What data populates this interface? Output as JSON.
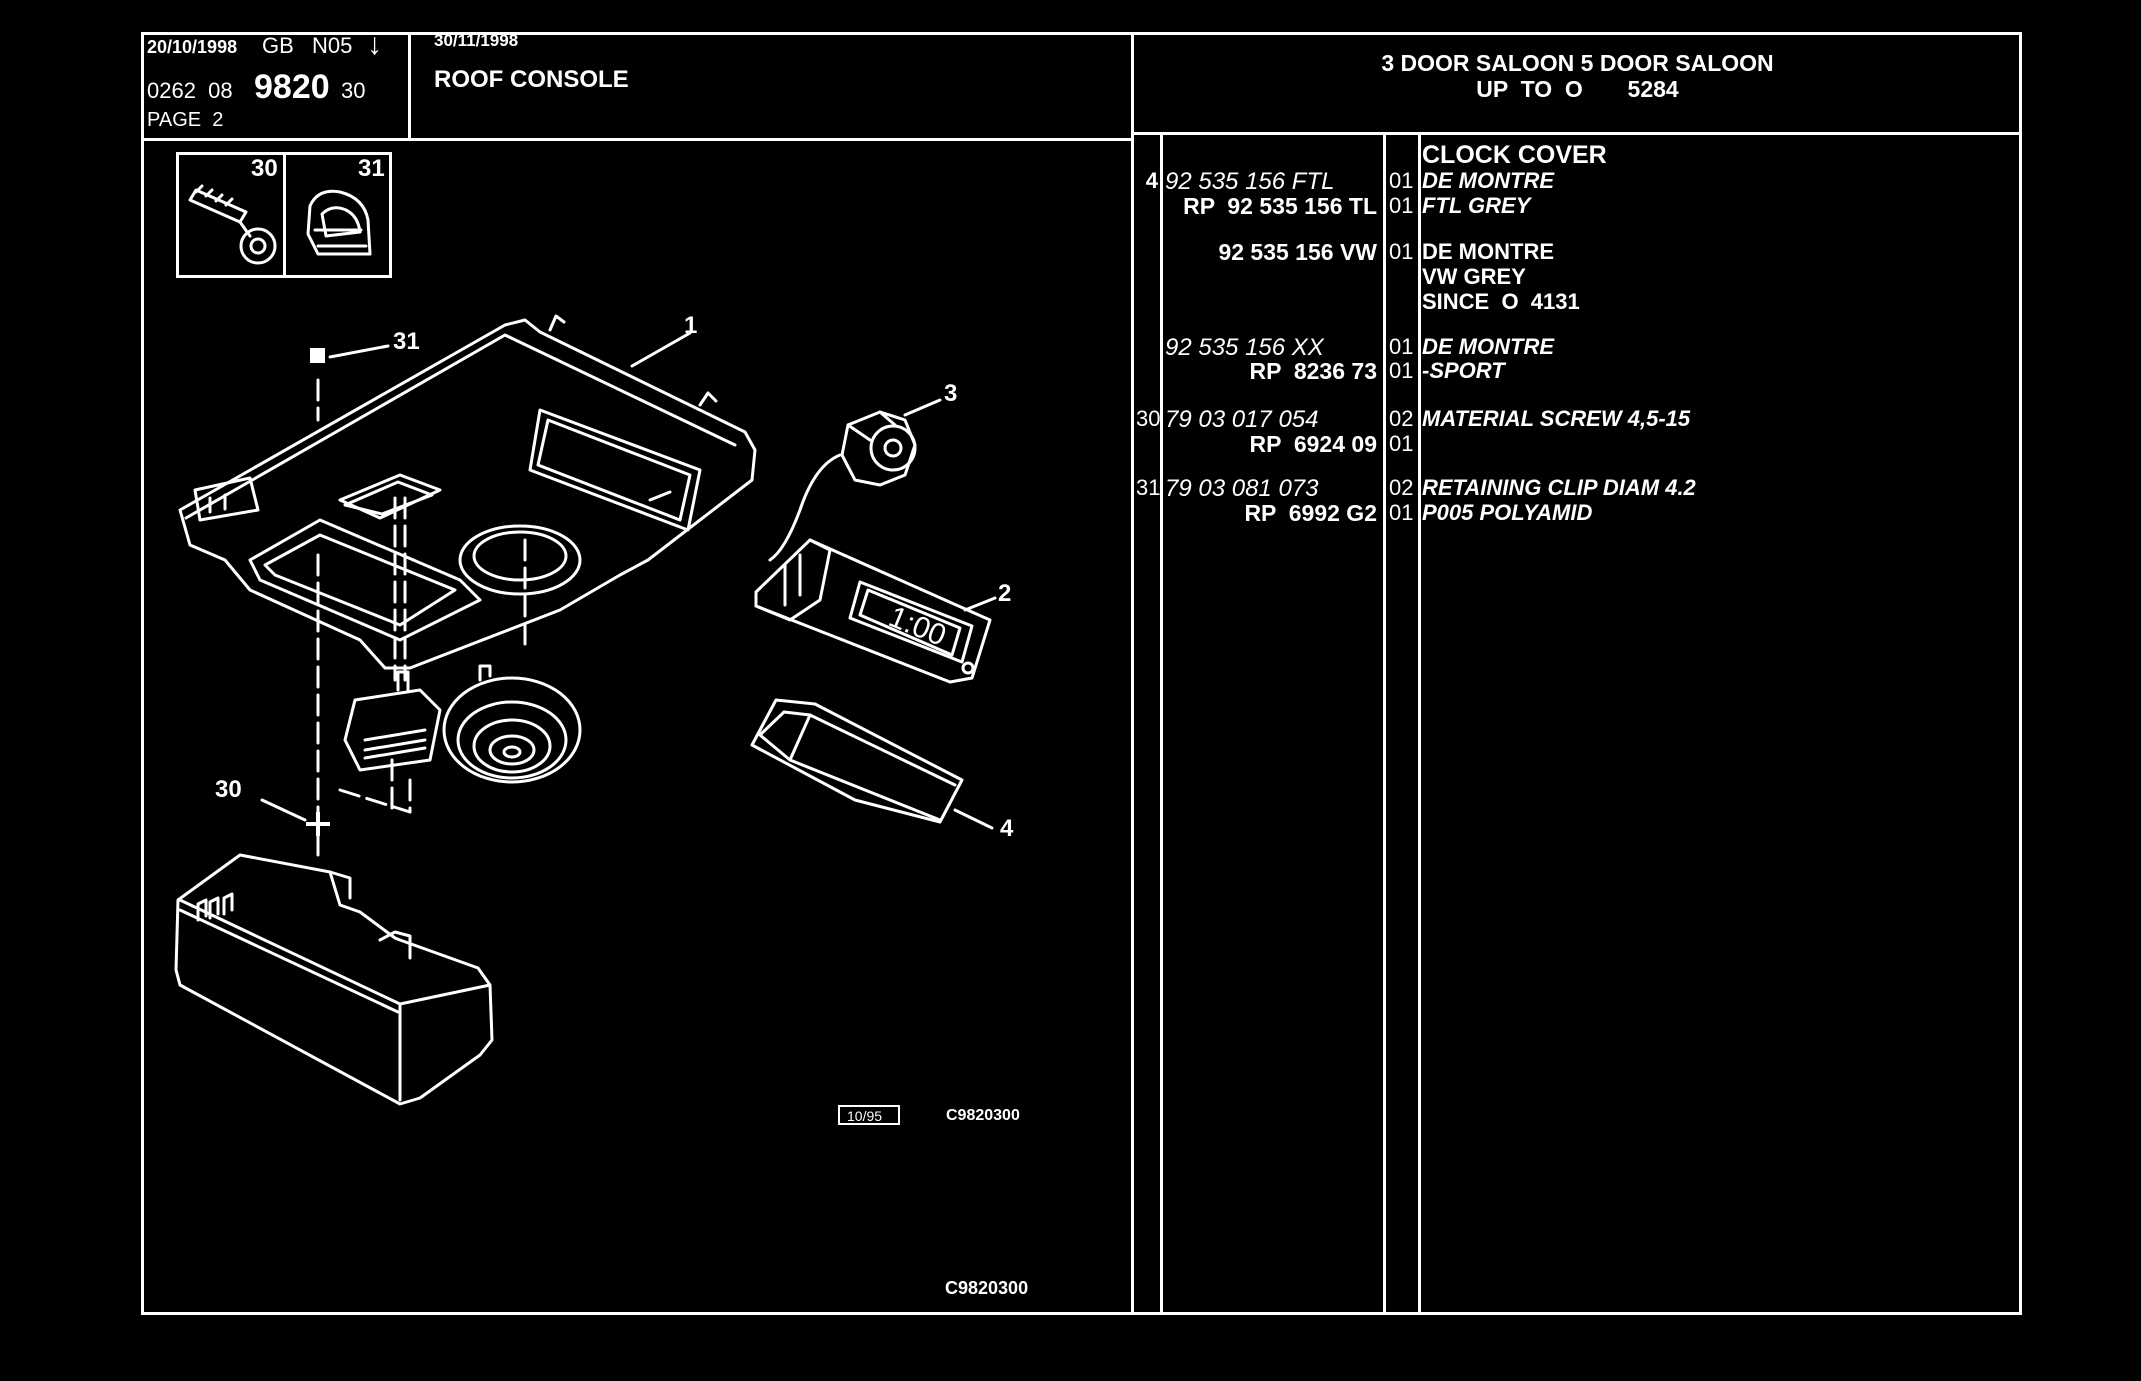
{
  "header": {
    "date1": "20/10/1998",
    "gb": "GB",
    "n05": "N05",
    "arrow": "↓",
    "ref_prefix": "0262  08",
    "ref_main": "9820",
    "ref_suffix": "30",
    "page": "PAGE  2",
    "date2": "30/11/1998",
    "title": "ROOF CONSOLE",
    "models_line1": "3 DOOR SALOON 5 DOOR SALOON",
    "models_line2": "UP  TO  O       5284"
  },
  "inset": {
    "left_num": "30",
    "right_num": "31"
  },
  "diagram": {
    "callouts": [
      "31",
      "1",
      "3",
      "2",
      "30",
      "4"
    ],
    "clock_text": "1:00",
    "stamp_date": "10/95",
    "stamp_code": "C9820300",
    "bottom_code": "C9820300"
  },
  "parts": {
    "section_title": "CLOCK COVER",
    "rows": [
      {
        "qty": "4",
        "part": "92 535 156 FTL",
        "code": "01",
        "desc": "DE MONTRE"
      },
      {
        "qty": "",
        "part": "RP  92 535 156 TL",
        "code": "01",
        "desc": "FTL GREY"
      },
      {
        "qty": "",
        "part": "92 535 156 VW",
        "code": "01",
        "desc": "DE MONTRE"
      },
      {
        "qty": "",
        "part": "",
        "code": "",
        "desc": "VW GREY"
      },
      {
        "qty": "",
        "part": "",
        "code": "",
        "desc": "SINCE  O  4131"
      },
      {
        "qty": "",
        "part": "92 535 156 XX",
        "code": "01",
        "desc": "DE MONTRE"
      },
      {
        "qty": "",
        "part": "RP  8236 73",
        "code": "01",
        "desc": "-SPORT"
      },
      {
        "qty": "30",
        "part": "79 03 017 054",
        "code": "02",
        "desc": "MATERIAL SCREW 4,5-15"
      },
      {
        "qty": "",
        "part": "RP  6924 09",
        "code": "01",
        "desc": ""
      },
      {
        "qty": "31",
        "part": "79 03 081 073",
        "code": "02",
        "desc": "RETAINING CLIP DIAM 4.2"
      },
      {
        "qty": "",
        "part": "RP  6992 G2",
        "code": "01",
        "desc": "P005 POLYAMID"
      }
    ]
  }
}
